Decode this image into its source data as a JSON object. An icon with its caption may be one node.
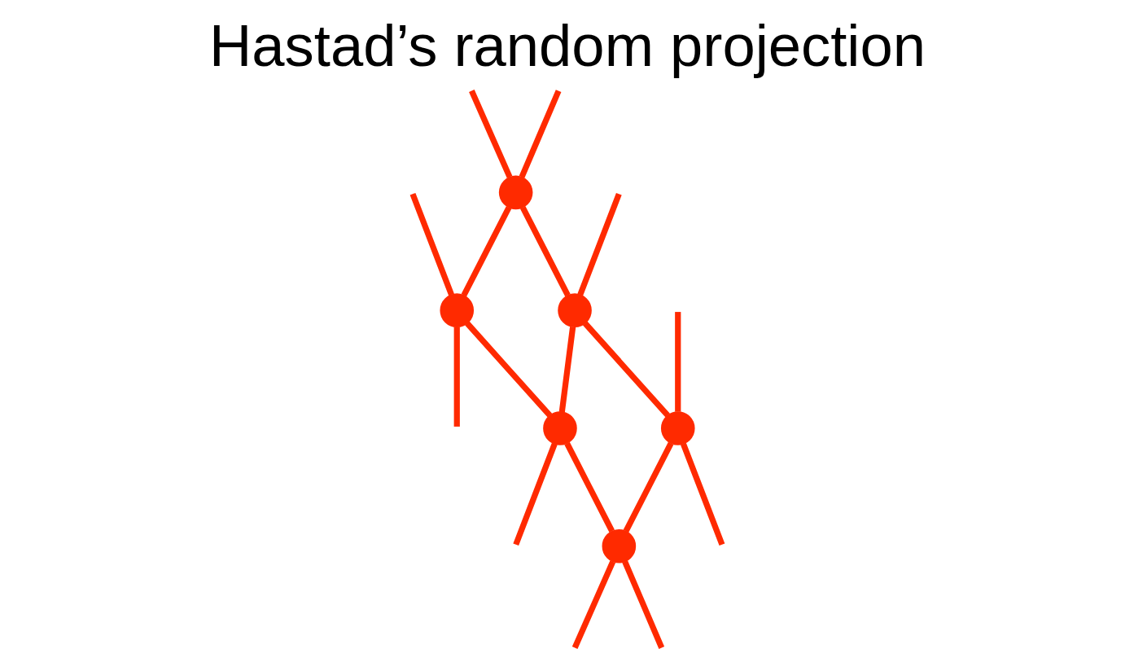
{
  "diagram": {
    "title": "Hastad’s random projection",
    "nodes": [
      {
        "text": [],
        "shape": "circle"
      },
      {
        "text": [],
        "shape": "circle"
      },
      {
        "text": [],
        "shape": "circle"
      },
      {
        "text": [],
        "shape": "circle"
      },
      {
        "text": [],
        "shape": "circle"
      },
      {
        "text": [],
        "shape": "circle"
      }
    ],
    "edges": [
      {
        "from": null,
        "to": 0,
        "arrow": "none"
      },
      {
        "from": null,
        "to": 0,
        "arrow": "none"
      },
      {
        "from": null,
        "to": 1,
        "arrow": "none"
      },
      {
        "from": null,
        "to": 2,
        "arrow": "none"
      },
      {
        "from": 0,
        "to": 3,
        "arrow": "none"
      },
      {
        "from": 0,
        "to": 1,
        "arrow": "none"
      },
      {
        "from": 1,
        "to": 4,
        "arrow": "none"
      },
      {
        "from": 1,
        "to": 2,
        "arrow": "none"
      },
      {
        "from": 2,
        "to": null,
        "arrow": "none"
      },
      {
        "from": 2,
        "to": 5,
        "arrow": "none"
      },
      {
        "from": null,
        "to": 3,
        "arrow": "none"
      },
      {
        "from": 3,
        "to": null,
        "arrow": "none"
      },
      {
        "from": 3,
        "to": 4,
        "arrow": "none"
      },
      {
        "from": 4,
        "to": null,
        "arrow": "none"
      },
      {
        "from": 4,
        "to": 5,
        "arrow": "none"
      },
      {
        "from": 5,
        "to": null,
        "arrow": "none"
      },
      {
        "from": 5,
        "to": null,
        "arrow": "none"
      }
    ]
  }
}
